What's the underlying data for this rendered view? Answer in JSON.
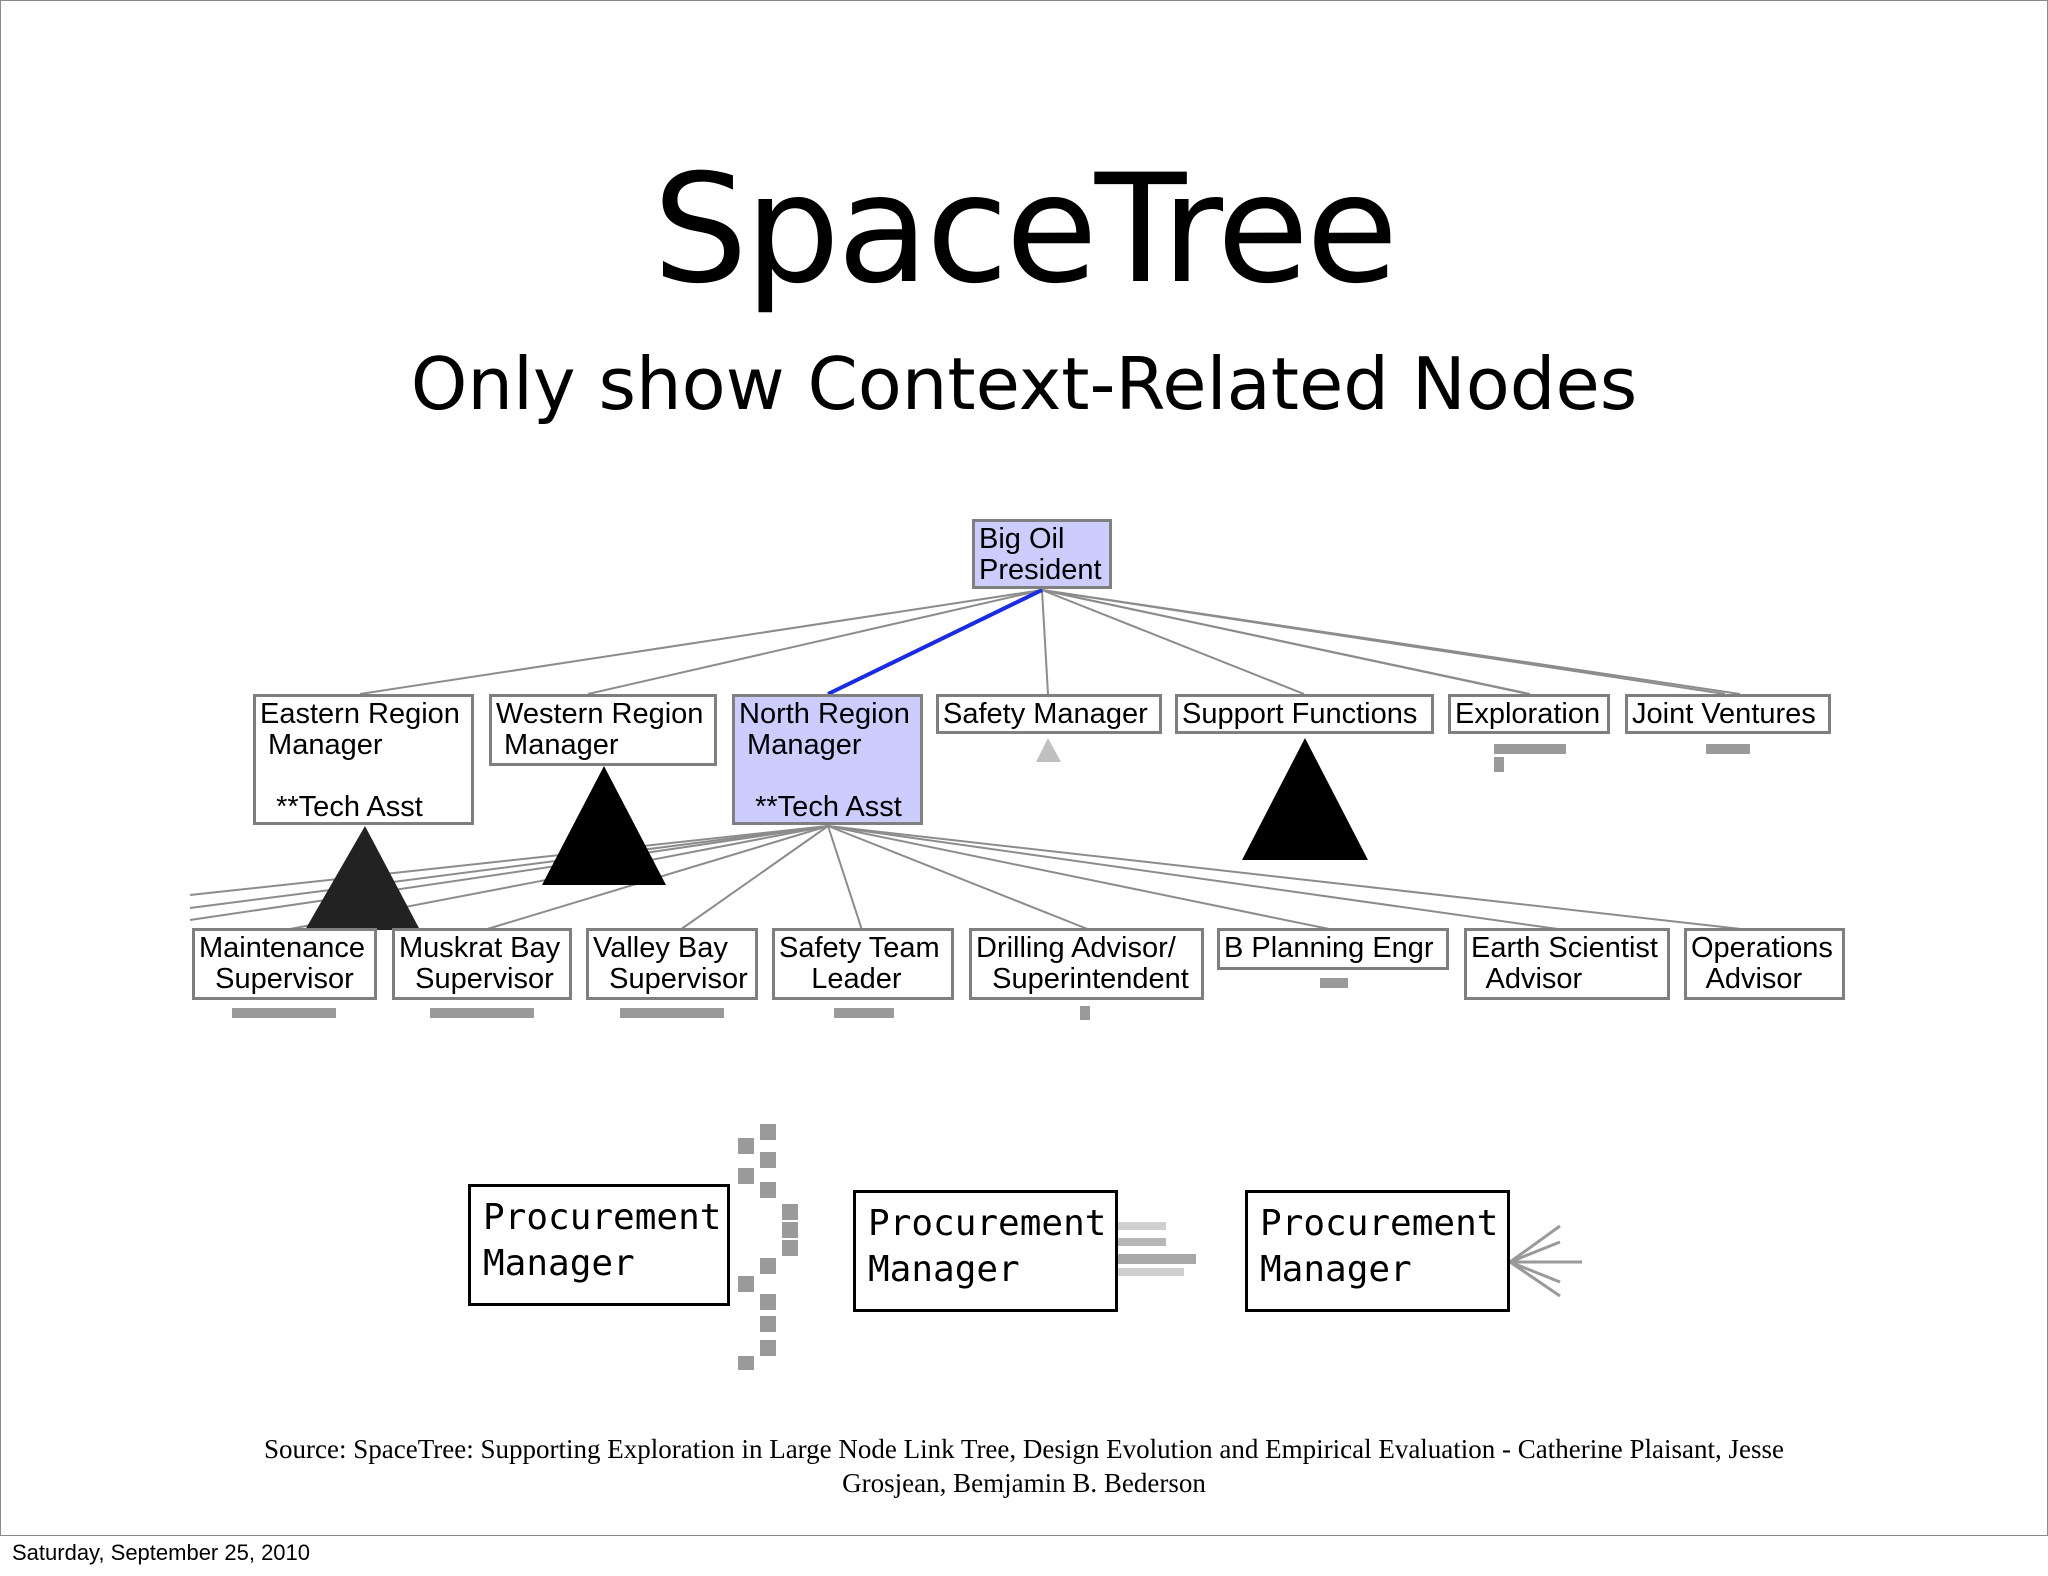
{
  "slide": {
    "title": "SpaceTree",
    "subtitle": "Only show Context-Related Nodes",
    "source_line1": "Source: SpaceTree: Supporting Exploration in Large Node Link Tree, Design Evolution and Empirical Evaluation - Catherine Plaisant, Jesse",
    "source_line2": "Grosjean, Bemjamin B. Bederson",
    "date": "Saturday, September 25, 2010"
  },
  "tree": {
    "root": {
      "line1": "Big Oil",
      "line2": "President"
    },
    "level1": [
      {
        "line1": "Eastern Region",
        "line2": " Manager",
        "line3": "  **Tech Asst"
      },
      {
        "line1": "Western Region",
        "line2": " Manager"
      },
      {
        "line1": "North Region",
        "line2": " Manager",
        "line3": "  **Tech Asst"
      },
      {
        "line1": "Safety Manager"
      },
      {
        "line1": "Support Functions"
      },
      {
        "line1": "Exploration"
      },
      {
        "line1": "Joint Ventures"
      }
    ],
    "level2": [
      {
        "line1": "Maintenance",
        "line2": "  Supervisor"
      },
      {
        "line1": "Muskrat Bay",
        "line2": "  Supervisor"
      },
      {
        "line1": "Valley Bay",
        "line2": "  Supervisor"
      },
      {
        "line1": "Safety Team",
        "line2": "    Leader"
      },
      {
        "line1": "Drilling Advisor/",
        "line2": "  Superintendent"
      },
      {
        "line1": "B Planning Engr"
      },
      {
        "line1": "Earth Scientist",
        "line2": "  Advisor"
      },
      {
        "line1": "Operations",
        "line2": "  Advisor"
      }
    ]
  },
  "previews": [
    {
      "line1": "Procurement",
      "line2": "Manager"
    },
    {
      "line1": "Procurement",
      "line2": "Manager"
    },
    {
      "line1": "Procurement",
      "line2": "Manager"
    }
  ],
  "colors": {
    "selected_fill": "#ccccff",
    "focus_edge": "#1a2be0",
    "edge": "#8c8c8c",
    "triangle": "#000000"
  }
}
